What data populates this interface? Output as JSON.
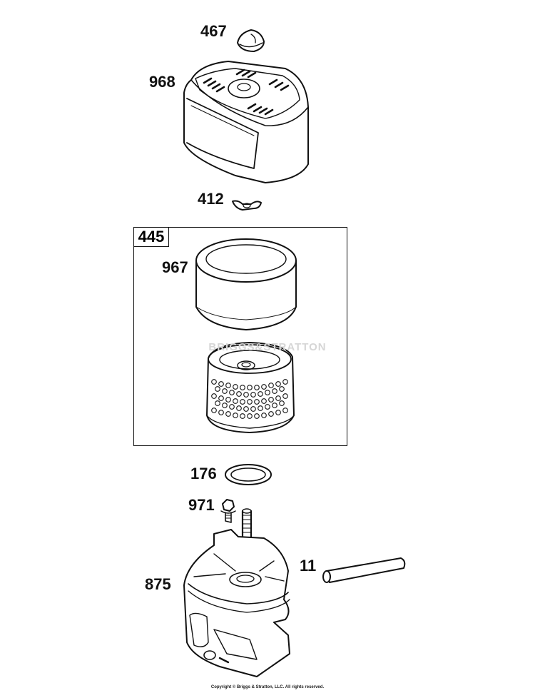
{
  "labels": {
    "p467": "467",
    "p968": "968",
    "p412": "412",
    "p445": "445",
    "p967": "967",
    "p176": "176",
    "p971": "971",
    "p11": "11",
    "p875": "875"
  },
  "watermark": "BRIGGS&STRATTON",
  "footer": {
    "copyright": "Copyright © Briggs & Stratton, LLC. All rights reserved."
  },
  "colors": {
    "line": "#111111",
    "watermark": "#d6d6d6",
    "background": "#ffffff"
  }
}
